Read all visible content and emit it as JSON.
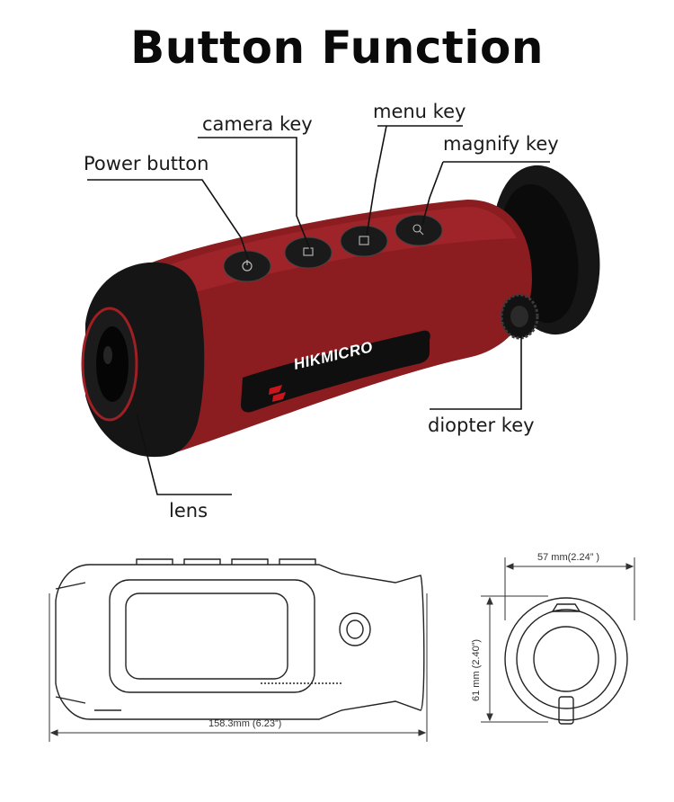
{
  "title": "Button Function",
  "callouts": {
    "camera_key": "camera key",
    "menu_key": "menu key",
    "magnify_key": "magnify key",
    "power_button": "Power button",
    "diopter_key": "diopter key",
    "lens": "lens"
  },
  "brand": "HIKMICRO",
  "dimensions": {
    "length": "158.3mm (6.23”)",
    "width": "57 mm(2.24” )",
    "height": "61 mm (2.40”)"
  },
  "colors": {
    "body_red": "#8b1d21",
    "body_red_light": "#a8282d",
    "rubber_black": "#151515",
    "line": "#111111"
  }
}
